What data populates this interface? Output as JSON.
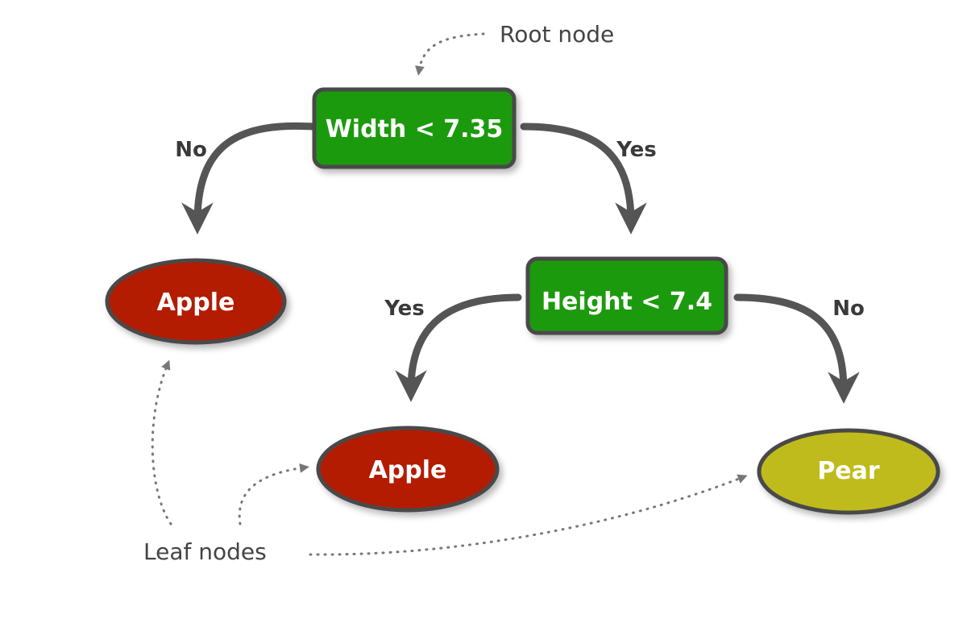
{
  "colors": {
    "decision_fill": "#1a9a0e",
    "apple_fill": "#b31a02",
    "pear_fill": "#c0bb1c",
    "outline": "#4a4a4a",
    "edge": "#555555",
    "annotation": "#777777"
  },
  "nodes": {
    "root": {
      "label": "Width < 7.35"
    },
    "height": {
      "label": "Height < 7.4"
    },
    "leaf_left": {
      "label": "Apple"
    },
    "leaf_mid": {
      "label": "Apple"
    },
    "leaf_right": {
      "label": "Pear"
    }
  },
  "edges": {
    "root_no": {
      "label": "No"
    },
    "root_yes": {
      "label": "Yes"
    },
    "height_yes": {
      "label": "Yes"
    },
    "height_no": {
      "label": "No"
    }
  },
  "annotations": {
    "root_node": "Root node",
    "leaf_nodes": "Leaf nodes"
  }
}
